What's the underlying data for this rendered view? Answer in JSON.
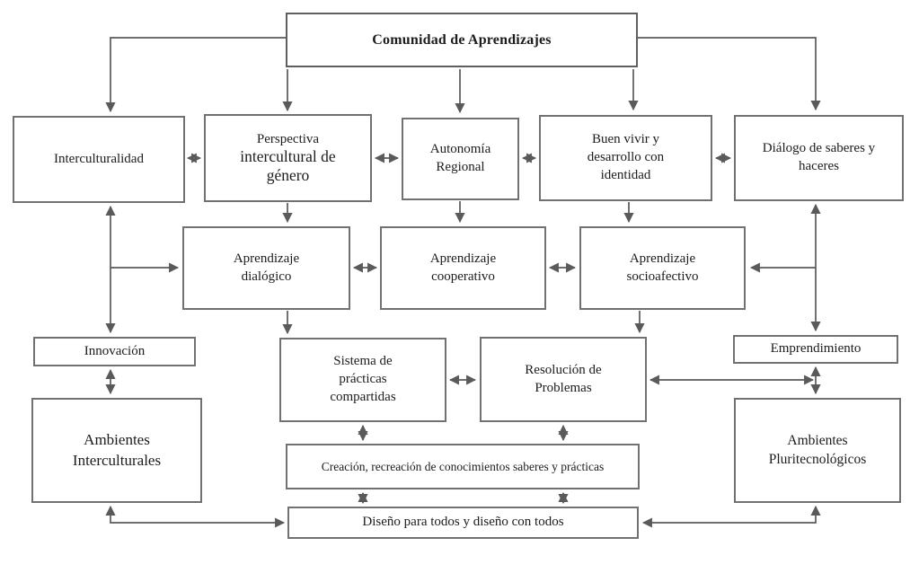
{
  "diagram": {
    "title": "Comunidad de Aprendizajes",
    "nodes": {
      "comunidad": {
        "label": "Comunidad de Aprendizajes"
      },
      "interculturalidad": {
        "label": "Interculturalidad"
      },
      "perspectiva": {
        "line1": "Perspectiva",
        "line2": "intercultural de",
        "line3": "género"
      },
      "autonomia": {
        "label": "Autonomía Regional"
      },
      "buenvivir": {
        "label": "Buen vivir y desarrollo con identidad"
      },
      "dialogo": {
        "label": "Diálogo de saberes y haceres"
      },
      "dialogico": {
        "label": "Aprendizaje dialógico"
      },
      "cooperativo": {
        "label": "Aprendizaje cooperativo"
      },
      "socioafectivo": {
        "label": "Aprendizaje socioafectivo"
      },
      "innovacion": {
        "label": "Innovación"
      },
      "sistema": {
        "label": "Sistema de prácticas compartidas"
      },
      "resolucion": {
        "label": "Resolución de Problemas"
      },
      "emprendimiento": {
        "label": "Emprendimiento"
      },
      "ambientes_interculturales": {
        "label": "Ambientes Interculturales"
      },
      "creacion": {
        "label": "Creación, recreación de conocimientos saberes y prácticas"
      },
      "ambientes_pluritecnologicos": {
        "label": "Ambientes Pluritecnológicos"
      },
      "diseno": {
        "label": "Diseño para todos y diseño con todos"
      }
    },
    "edges": [
      {
        "from": "comunidad",
        "to": "interculturalidad",
        "arrow": "to"
      },
      {
        "from": "comunidad",
        "to": "perspectiva",
        "arrow": "to"
      },
      {
        "from": "comunidad",
        "to": "autonomia",
        "arrow": "to"
      },
      {
        "from": "comunidad",
        "to": "buenvivir",
        "arrow": "to"
      },
      {
        "from": "comunidad",
        "to": "dialogo",
        "arrow": "to"
      },
      {
        "from": "interculturalidad",
        "to": "perspectiva",
        "arrow": "both"
      },
      {
        "from": "perspectiva",
        "to": "autonomia",
        "arrow": "both"
      },
      {
        "from": "autonomia",
        "to": "buenvivir",
        "arrow": "both"
      },
      {
        "from": "buenvivir",
        "to": "dialogo",
        "arrow": "both"
      },
      {
        "from": "perspectiva",
        "to": "dialogico",
        "arrow": "to"
      },
      {
        "from": "autonomia",
        "to": "cooperativo",
        "arrow": "to"
      },
      {
        "from": "buenvivir",
        "to": "socioafectivo",
        "arrow": "to"
      },
      {
        "from": "dialogico",
        "to": "cooperativo",
        "arrow": "both"
      },
      {
        "from": "cooperativo",
        "to": "socioafectivo",
        "arrow": "both"
      },
      {
        "from": "interculturalidad",
        "to": "innovacion",
        "arrow": "both"
      },
      {
        "from": "interculturalidad",
        "to": "dialogico",
        "arrow": "to"
      },
      {
        "from": "dialogo",
        "to": "emprendimiento",
        "arrow": "both"
      },
      {
        "from": "dialogo",
        "to": "socioafectivo",
        "arrow": "to"
      },
      {
        "from": "dialogico",
        "to": "sistema",
        "arrow": "to"
      },
      {
        "from": "socioafectivo",
        "to": "resolucion",
        "arrow": "to"
      },
      {
        "from": "sistema",
        "to": "resolucion",
        "arrow": "both"
      },
      {
        "from": "resolucion",
        "to": "emprendimiento",
        "arrow": "both"
      },
      {
        "from": "innovacion",
        "to": "ambientes_interculturales",
        "arrow": "both"
      },
      {
        "from": "emprendimiento",
        "to": "ambientes_pluritecnologicos",
        "arrow": "both"
      },
      {
        "from": "sistema",
        "to": "creacion",
        "arrow": "both"
      },
      {
        "from": "resolucion",
        "to": "creacion",
        "arrow": "both"
      },
      {
        "from": "creacion",
        "to": "diseno",
        "arrow": "both"
      },
      {
        "from": "ambientes_interculturales",
        "to": "diseno",
        "arrow": "both"
      },
      {
        "from": "ambientes_pluritecnologicos",
        "to": "diseno",
        "arrow": "both"
      }
    ],
    "colors": {
      "box_border": "#717171",
      "arrow": "#5a5a5a",
      "text": "#1c1c1c",
      "background": "#ffffff"
    }
  }
}
